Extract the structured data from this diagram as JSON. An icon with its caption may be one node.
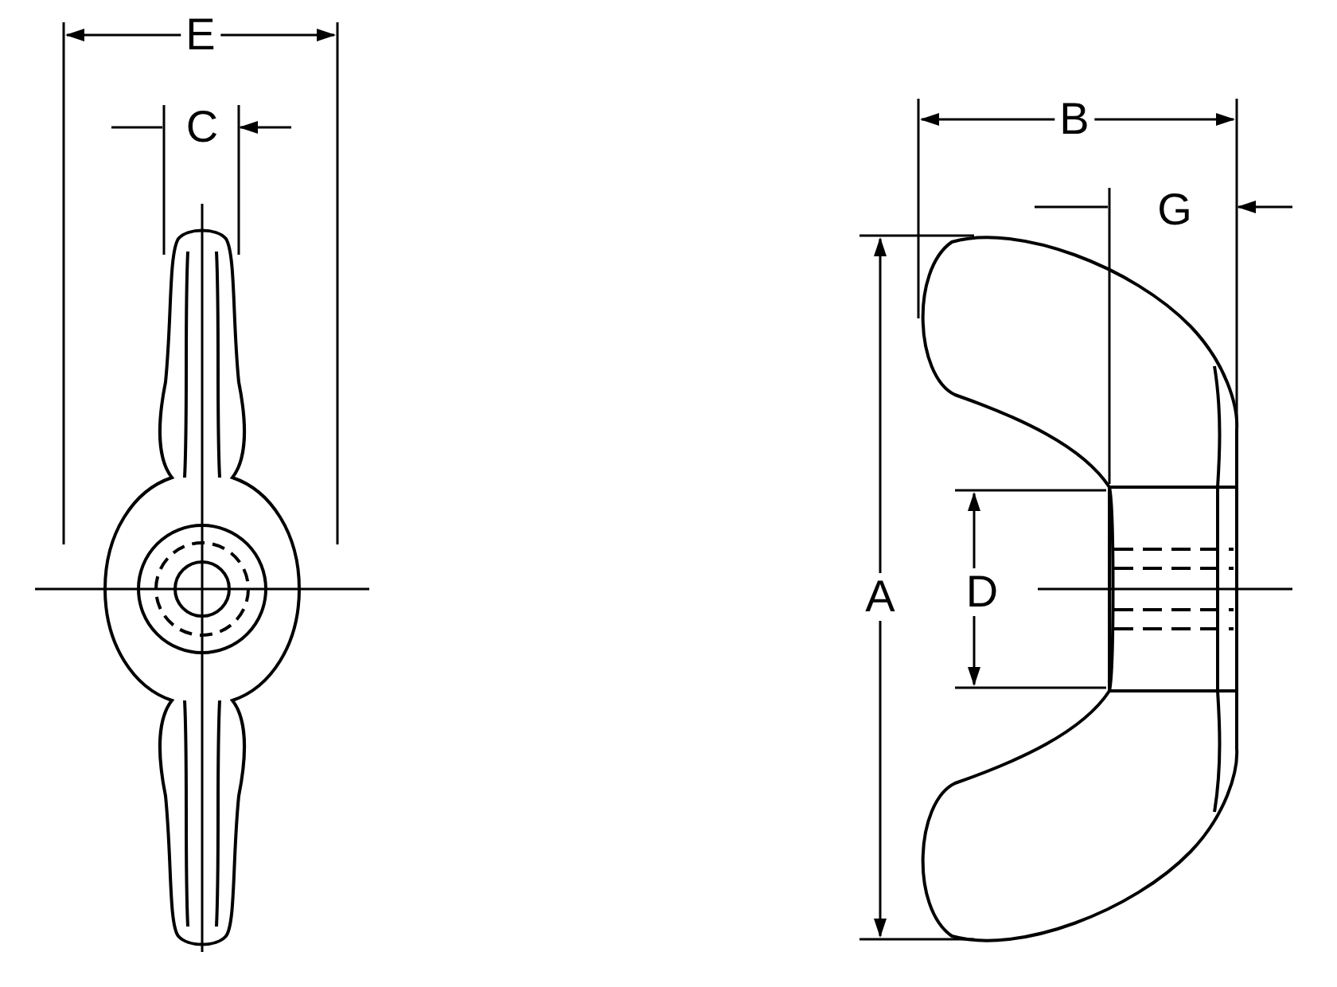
{
  "diagram": {
    "labels": [
      "E",
      "C",
      "B",
      "G",
      "A",
      "D"
    ]
  }
}
